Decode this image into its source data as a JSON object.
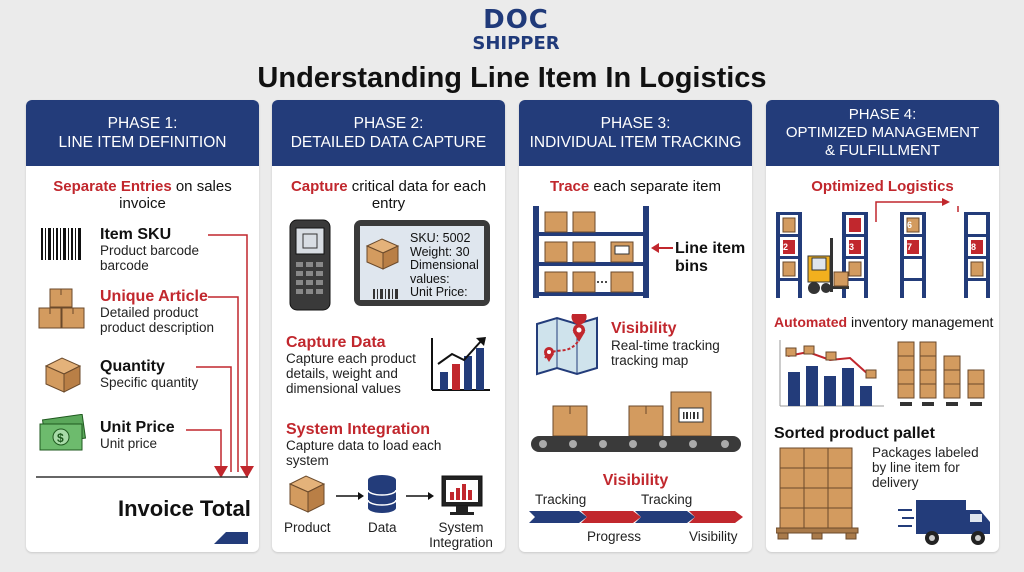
{
  "logo": {
    "line1": "DOC",
    "line2": "SHIPPER"
  },
  "title": "Understanding Line Item In Logistics",
  "colors": {
    "navy": "#233c7a",
    "red": "#c1272d",
    "box": "#d39b5f"
  },
  "phase1": {
    "head1": "PHASE 1:",
    "head2": "LINE ITEM DEFINITION",
    "lead_red": "Separate Entries",
    "lead_rest": " on sales invoice",
    "items": [
      {
        "title": "Item SKU",
        "sub": "Product barcode barcode"
      },
      {
        "title": "Unique Article",
        "sub": "Detailed product product description"
      },
      {
        "title": "Quantity",
        "sub": "Specific quantity"
      },
      {
        "title": "Unit Price",
        "sub": "Unit price"
      }
    ],
    "total": "Invoice Total"
  },
  "phase2": {
    "head1": "PHASE 2:",
    "head2": "DETAILED DATA CAPTURE",
    "lead_red": "Capture",
    "lead_rest": " critical data for each entry",
    "screen": [
      "SKU: 5002",
      "Weight: 30",
      "Dimensional",
      "values:",
      "Unit Price:"
    ],
    "capture_title": "Capture Data",
    "capture_sub": "Capture each product details, weight and dimensional values",
    "integ_title": "System Integration",
    "integ_sub": "Capture data to load each system",
    "flow": [
      "Product",
      "Data",
      "System Integration"
    ]
  },
  "phase3": {
    "head1": "PHASE 3:",
    "head2": "INDIVIDUAL ITEM TRACKING",
    "lead_red": "Trace",
    "lead_rest": " each separate item",
    "bins_label": "Line item bins",
    "vis_title": "Visibility",
    "vis_sub": "Real-time tracking tracking map",
    "vis2_title": "Visibility",
    "arrow_labels": {
      "top1": "Tracking",
      "top2": "Tracking",
      "bottom1": "Progress",
      "bottom2": "Visibility"
    }
  },
  "phase4": {
    "head1": "PHASE 4:",
    "head2": "OPTIMIZED MANAGEMENT",
    "head3": "& FULFILLMENT",
    "lead": "Optimized Logistics",
    "rack_numbers": [
      "2",
      "3",
      "6",
      "7",
      "8"
    ],
    "auto_red": "Automated",
    "auto_rest": " inventory management",
    "sorted": "Sorted product pallet",
    "packages": "Packages labeled by line item for delivery"
  }
}
